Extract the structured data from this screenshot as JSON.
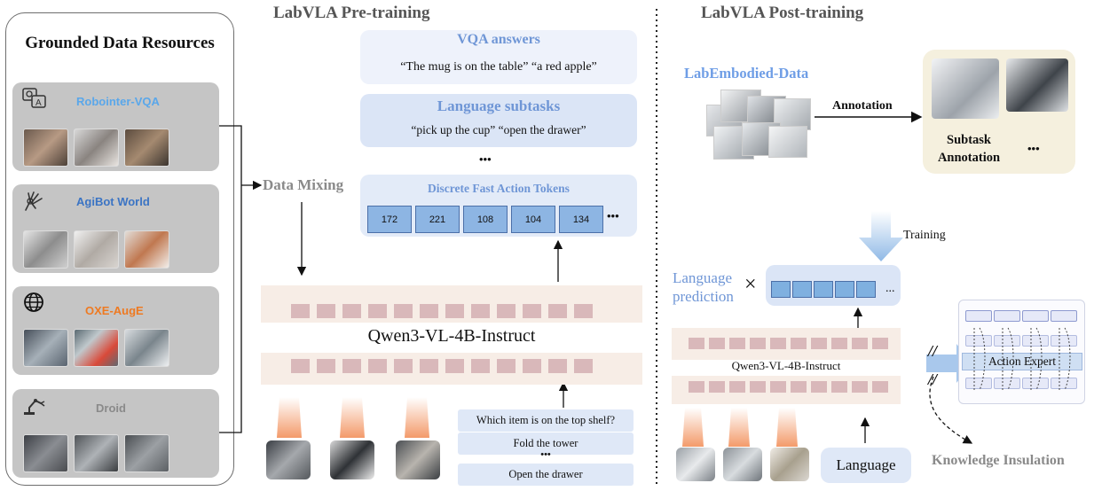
{
  "left_panel": {
    "title": "Grounded Data Resources",
    "datasets": [
      {
        "name": "Robointer-VQA",
        "color": "#5aa7ea"
      },
      {
        "name": "AgiBot World",
        "color": "#3b74c4"
      },
      {
        "name": "OXE-AugE",
        "color": "#ee7a22"
      },
      {
        "name": "Droid",
        "color": "#8a8a8a"
      }
    ]
  },
  "mixing_label": "Data Mixing",
  "pretraining": {
    "heading": "LabVLA Pre-training",
    "vqa": {
      "title": "VQA answers",
      "text": "“The mug is on the table” “a red apple”"
    },
    "subtasks": {
      "title": "Language subtasks",
      "text": "“pick up the cup” “open the drawer”"
    },
    "ellipsis": "•••",
    "action_tokens": {
      "title": "Discrete Fast Action Tokens",
      "tokens": [
        "172",
        "221",
        "108",
        "104",
        "134"
      ],
      "more": "•••"
    },
    "model": "Qwen3-VL-4B-Instruct",
    "instructions": [
      "Which item is on the top shelf?",
      "Fold the tower",
      "•••",
      "Open the drawer"
    ]
  },
  "posttraining": {
    "heading": "LabVLA Post-training",
    "dataset": "LabEmbodied-Data",
    "annotation": "Annotation",
    "subtask_annotation": "Subtask\nAnnotation",
    "ellipsis": "•••",
    "training": "Training",
    "language_prediction": "Language\nprediction",
    "cross": "×",
    "more": "...",
    "model": "Qwen3-VL-4B-Instruct",
    "action_expert": "Action Expert",
    "language_input": "Language",
    "knowledge_insulation": "Knowledge Insulation",
    "stop_grad": "//"
  },
  "colors": {
    "token_fill": "#8db5e3",
    "band": "#f7ede6",
    "square": "#d9b8ba",
    "cone": "#f39a6a",
    "arrow_blue": "#7fb0e0"
  }
}
